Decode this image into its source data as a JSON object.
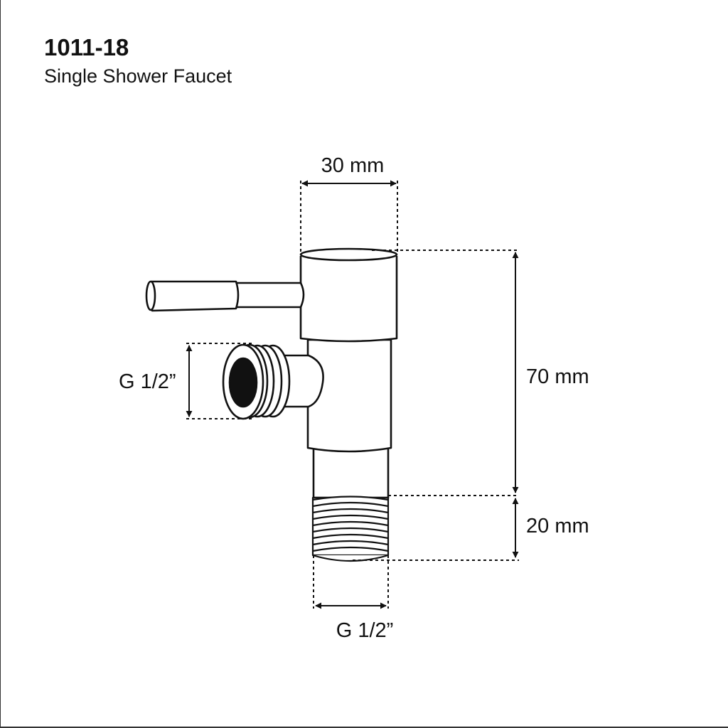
{
  "header": {
    "code": "1011-18",
    "subtitle": "Single Shower Faucet"
  },
  "dimensions": {
    "width_top": "30 mm",
    "height_body": "70 mm",
    "height_thread": "20 mm",
    "side_outlet": "G 1/2”",
    "bottom_inlet": "G 1/2”"
  },
  "colors": {
    "line": "#111111",
    "outlet_hole": "#111111"
  }
}
